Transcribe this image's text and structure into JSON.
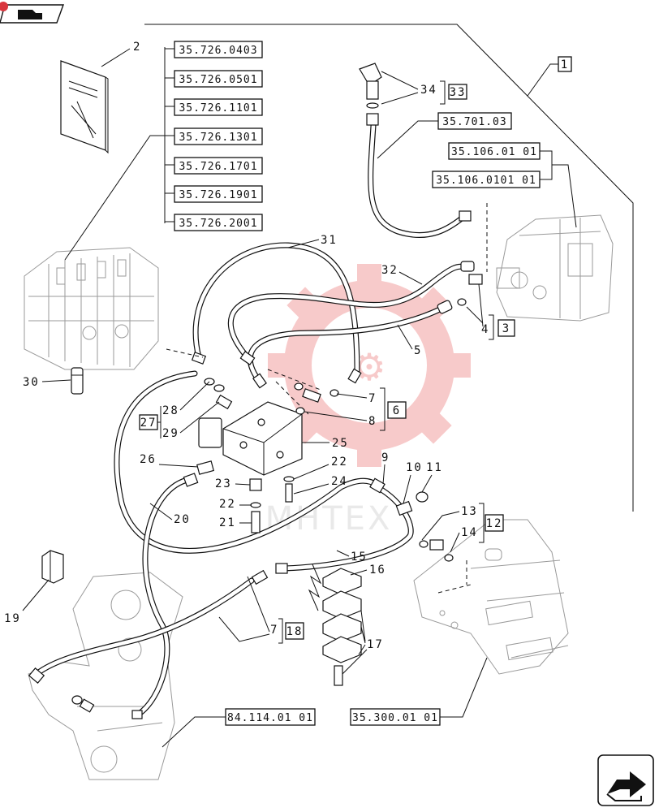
{
  "ref_boxes": [
    "35.726.0403",
    "35.726.0501",
    "35.726.1101",
    "35.726.1301",
    "35.726.1701",
    "35.726.1901",
    "35.726.2001",
    "35.701.03",
    "35.106.01 01",
    "35.106.0101 01",
    "84.114.01 01",
    "35.300.01 01"
  ],
  "callouts": {
    "c1": "1",
    "c2": "2",
    "c3": "3",
    "c4": "4",
    "c5": "5",
    "c6": "6",
    "c7a": "7",
    "c7b": "7",
    "c8": "8",
    "c9": "9",
    "c10": "10",
    "c11": "11",
    "c12": "12",
    "c13": "13",
    "c14": "14",
    "c15": "15",
    "c16": "16",
    "c17": "17",
    "c18": "18",
    "c19": "19",
    "c20": "20",
    "c21": "21",
    "c22a": "22",
    "c22b": "22",
    "c23": "23",
    "c24": "24",
    "c25": "25",
    "c26": "26",
    "c27": "27",
    "c28": "28",
    "c29": "29",
    "c30": "30",
    "c31": "31",
    "c32": "32",
    "c33": "33",
    "c34": "34"
  },
  "watermark": "MHTEX",
  "colors": {
    "watermark": "#f2a0a0",
    "line": "#111111",
    "ghost": "#9a9a9a"
  },
  "icons": {
    "top_nav": "book-arrow-icon",
    "bottom_nav": "next-page-arrow-icon"
  }
}
